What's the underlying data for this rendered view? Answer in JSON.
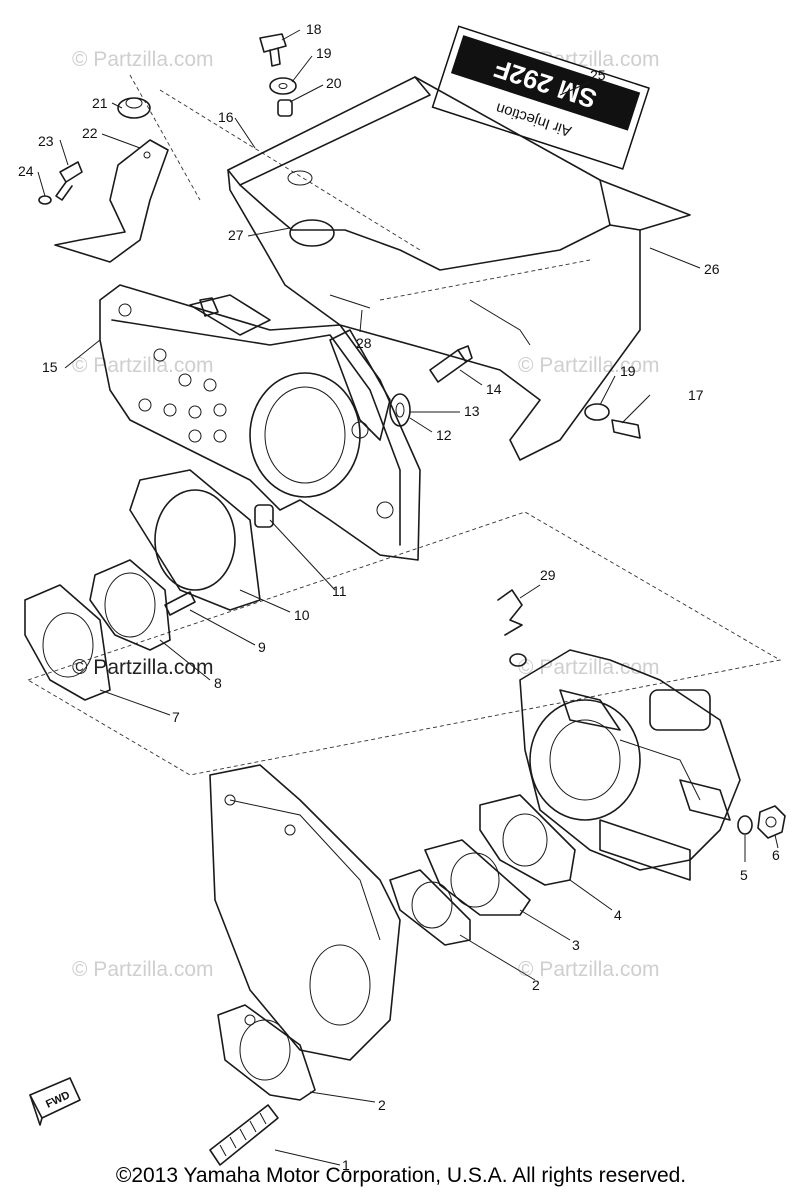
{
  "label_box": {
    "text": "SM 292F",
    "sub": "Air Injection"
  },
  "fwd_arrow": "FWD",
  "watermark": "© Partzilla.com",
  "copyright": "©2013 Yamaha Motor Corporation, U.S.A. All rights reserved.",
  "callouts": [
    "18",
    "19",
    "20",
    "21",
    "22",
    "23",
    "24",
    "16",
    "25",
    "27",
    "26",
    "15",
    "28",
    "14",
    "19",
    "17",
    "13",
    "12",
    "11",
    "29",
    "10",
    "9",
    "8",
    "7",
    "5",
    "6",
    "4",
    "3",
    "2",
    "2",
    "1"
  ]
}
